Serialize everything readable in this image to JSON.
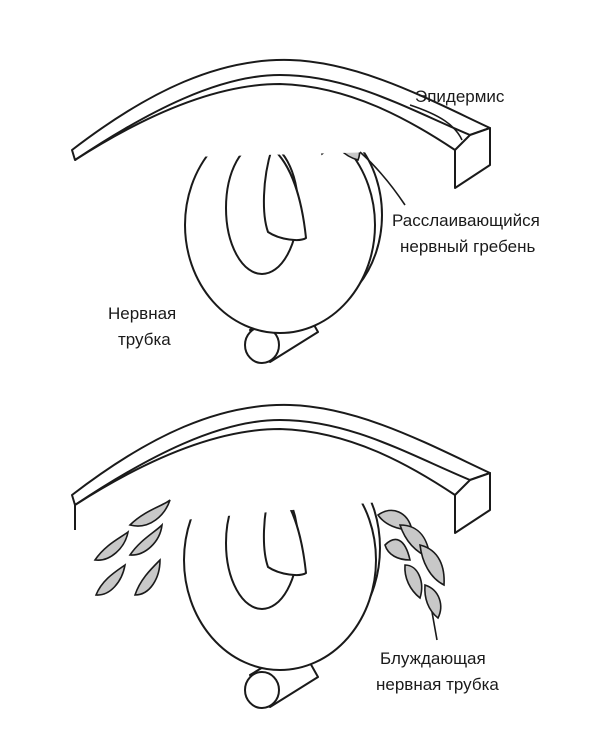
{
  "labels": {
    "epidermis": "Эпидермис",
    "crest_line1": "Расслаивающийся",
    "crest_line2": "нервный гребень",
    "tube_line1": "Нервная",
    "tube_line2": "трубка",
    "migrating_line1": "Блуждающая",
    "migrating_line2": "нервная трубка"
  },
  "colors": {
    "crest_fill": "#c8c8c8",
    "stroke": "#1a1a1a"
  }
}
